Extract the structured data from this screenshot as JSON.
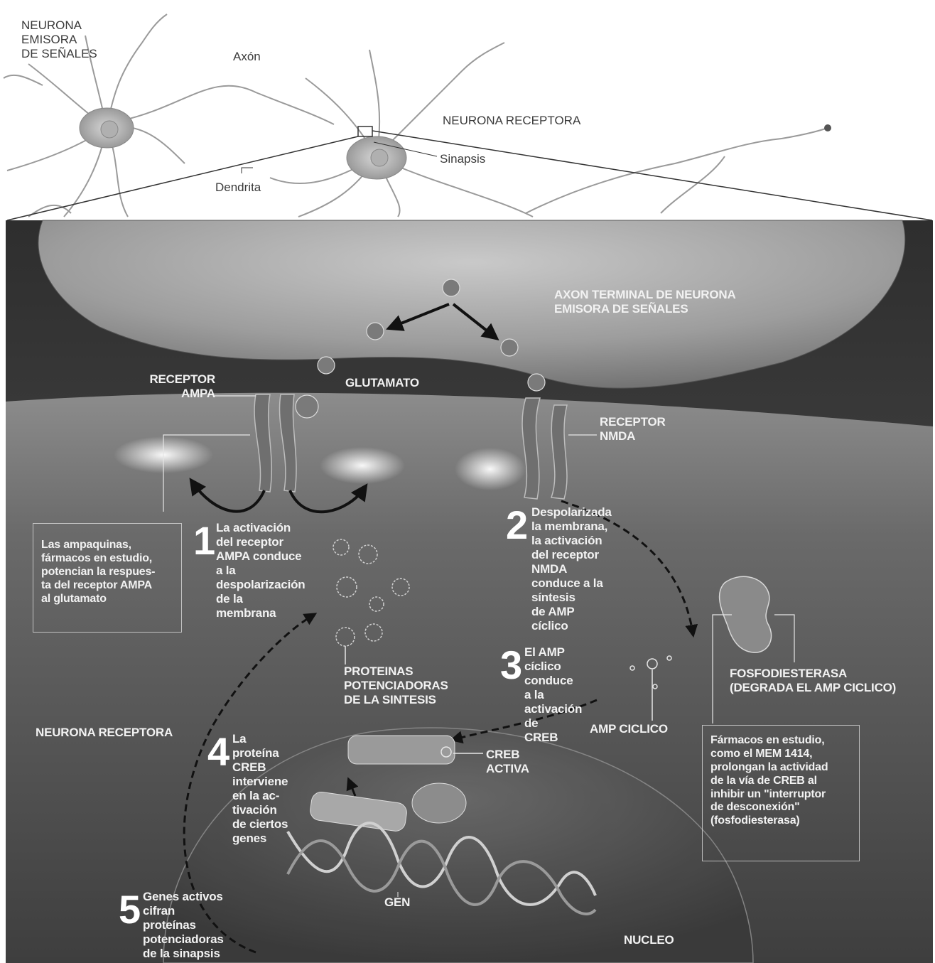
{
  "top_panel": {
    "sending_neuron": "NEURONA\nEMISORA\nDE SEÑALES",
    "axon": "Axón",
    "receiving_neuron": "NEURONA RECEPTORA",
    "synapse": "Sinapsis",
    "dendrite": "Dendrita"
  },
  "detail_panel": {
    "axon_terminal": "AXON TERMINAL DE NEURONA\nEMISORA DE SEÑALES",
    "glutamate": "GLUTAMATO",
    "ampa_receptor": "RECEPTOR\nAMPA",
    "nmda_receptor": "RECEPTOR\nNMDA",
    "ampakines_note": "Las ampaquinas,\nfármacos en estudio,\npotencian la respues-\nta del receptor AMPA\nal glutamato",
    "proteins": "PROTEINAS\nPOTENCIADORAS\nDE LA SINTESIS",
    "receiving_neuron": "NEURONA RECEPTORA",
    "cyclic_amp": "AMP CICLICO",
    "phosphodiesterase": "FOSFODIESTERASA\n(DEGRADA EL AMP CICLICO)",
    "mem_note": "Fármacos en estudio,\ncomo el MEM 1414,\nprolongan la actividad\nde la vía de CREB al\ninhibir un \"interruptor\nde desconexión\"\n(fosfodiesterasa)",
    "active_creb": "CREB\nACTIVA",
    "gene": "GEN",
    "nucleus": "NUCLEO"
  },
  "steps": [
    {
      "number": "1",
      "text": "La activación\ndel receptor\nAMPA conduce a la\ndespolarización\nde la membrana"
    },
    {
      "number": "2",
      "text": "Despolarizada la membrana,\nla activación del receptor\nNMDA conduce a la síntesis\nde AMP cíclico"
    },
    {
      "number": "3",
      "text": "El AMP cíclico\nconduce a la\nactivación de\nCREB"
    },
    {
      "number": "4",
      "text": "La proteína CREB\ninterviene en la ac-\ntivación de ciertos\ngenes"
    },
    {
      "number": "5",
      "text": "Genes activos cifran\nproteínas potenciadoras\nde la sinapsis"
    }
  ]
}
